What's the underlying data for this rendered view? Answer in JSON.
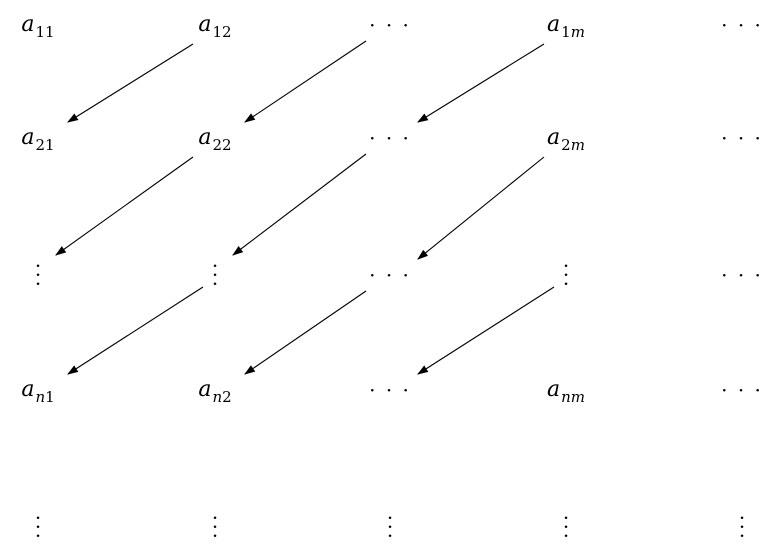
{
  "grid": {
    "cells": [
      {
        "id": "a11",
        "kind": "entry",
        "base": "a",
        "sub_num": "11",
        "sub_var": "",
        "row": 0,
        "col": 0
      },
      {
        "id": "a12",
        "kind": "entry",
        "base": "a",
        "sub_num": "12",
        "sub_var": "",
        "row": 0,
        "col": 1
      },
      {
        "id": "r0c2",
        "kind": "hdots",
        "text": "· · ·",
        "row": 0,
        "col": 2
      },
      {
        "id": "a1m",
        "kind": "entry",
        "base": "a",
        "sub_num": "1",
        "sub_var": "m",
        "row": 0,
        "col": 3
      },
      {
        "id": "r0c4",
        "kind": "hdots",
        "text": "· · ·",
        "row": 0,
        "col": 4
      },
      {
        "id": "a21",
        "kind": "entry",
        "base": "a",
        "sub_num": "21",
        "sub_var": "",
        "row": 1,
        "col": 0
      },
      {
        "id": "a22",
        "kind": "entry",
        "base": "a",
        "sub_num": "22",
        "sub_var": "",
        "row": 1,
        "col": 1
      },
      {
        "id": "r1c2",
        "kind": "hdots",
        "text": "· · ·",
        "row": 1,
        "col": 2
      },
      {
        "id": "a2m",
        "kind": "entry",
        "base": "a",
        "sub_num": "2",
        "sub_var": "m",
        "row": 1,
        "col": 3
      },
      {
        "id": "r1c4",
        "kind": "hdots",
        "text": "· · ·",
        "row": 1,
        "col": 4
      },
      {
        "id": "r2c0",
        "kind": "vdots",
        "row": 2,
        "col": 0
      },
      {
        "id": "r2c1",
        "kind": "vdots",
        "row": 2,
        "col": 1
      },
      {
        "id": "r2c2",
        "kind": "hdots",
        "text": "· · ·",
        "row": 2,
        "col": 2
      },
      {
        "id": "r2c3",
        "kind": "vdots",
        "row": 2,
        "col": 3
      },
      {
        "id": "r2c4",
        "kind": "hdots",
        "text": "· · ·",
        "row": 2,
        "col": 4
      },
      {
        "id": "an1",
        "kind": "entry",
        "base": "a",
        "sub_num": "1",
        "sub_var": "n",
        "sub_var_first": true,
        "row": 3,
        "col": 0
      },
      {
        "id": "an2",
        "kind": "entry",
        "base": "a",
        "sub_num": "2",
        "sub_var": "n",
        "sub_var_first": true,
        "row": 3,
        "col": 1
      },
      {
        "id": "r3c2",
        "kind": "hdots",
        "text": "· · ·",
        "row": 3,
        "col": 2
      },
      {
        "id": "anm",
        "kind": "entry",
        "base": "a",
        "sub_num": "",
        "sub_var": "nm",
        "row": 3,
        "col": 3
      },
      {
        "id": "r3c4",
        "kind": "hdots",
        "text": "· · ·",
        "row": 3,
        "col": 4
      },
      {
        "id": "r4c0",
        "kind": "vdots",
        "row": 4,
        "col": 0
      },
      {
        "id": "r4c1",
        "kind": "vdots",
        "row": 4,
        "col": 1
      },
      {
        "id": "r4c2",
        "kind": "vdots",
        "row": 4,
        "col": 2
      },
      {
        "id": "r4c3",
        "kind": "vdots",
        "row": 4,
        "col": 3
      },
      {
        "id": "r4c4",
        "kind": "vdots",
        "row": 4,
        "col": 4
      }
    ],
    "arrows": [
      {
        "from": "a12",
        "to": "a21"
      },
      {
        "from": "r0c2",
        "to": "a22"
      },
      {
        "from": "a1m",
        "to": "r1c2"
      },
      {
        "from": "a22",
        "to": "r2c0"
      },
      {
        "from": "r1c2",
        "to": "r2c1"
      },
      {
        "from": "a2m",
        "to": "r2c2"
      },
      {
        "from": "r2c1",
        "to": "an1"
      },
      {
        "from": "r2c2",
        "to": "an2"
      },
      {
        "from": "r2c3",
        "to": "r3c2"
      }
    ]
  }
}
